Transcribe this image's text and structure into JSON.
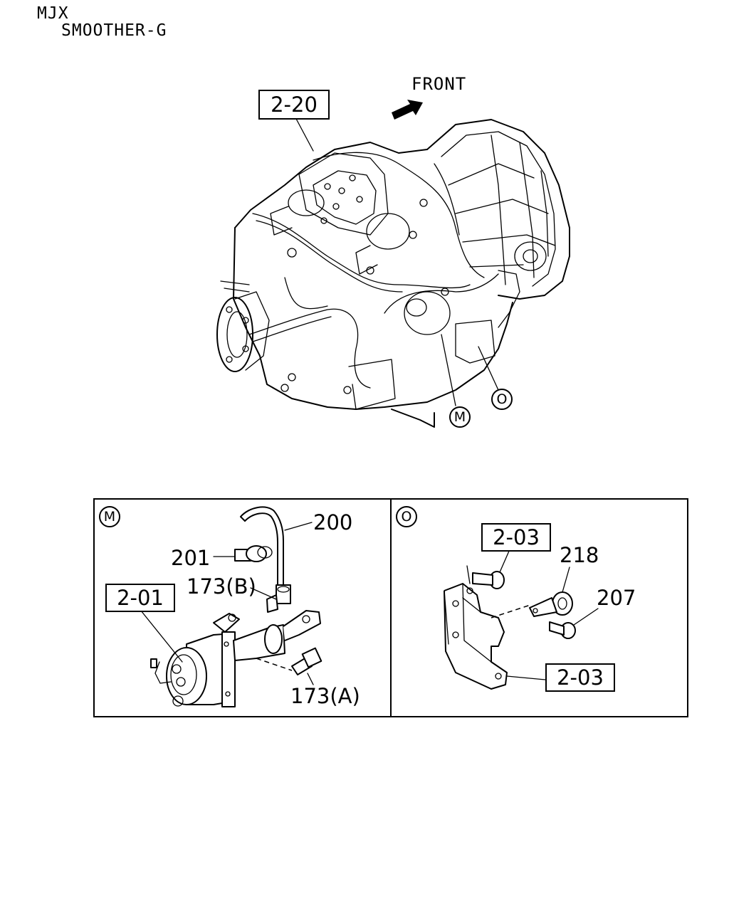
{
  "header": {
    "model": "MJX",
    "variant": "SMOOTHER-G"
  },
  "diagram": {
    "direction_label": "FRONT",
    "main_ref": "2-20",
    "main_callouts": [
      "M",
      "O"
    ]
  },
  "detail_m": {
    "marker": "M",
    "refs": {
      "actuator": "2-01"
    },
    "parts": {
      "hose": "200",
      "clip": "201",
      "fitting": "173(B)",
      "switch": "173(A)"
    }
  },
  "detail_o": {
    "marker": "O",
    "refs": {
      "bolt_ref": "2-03",
      "bracket_ref": "2-03"
    },
    "parts": {
      "clip": "218",
      "bolt": "207"
    }
  }
}
